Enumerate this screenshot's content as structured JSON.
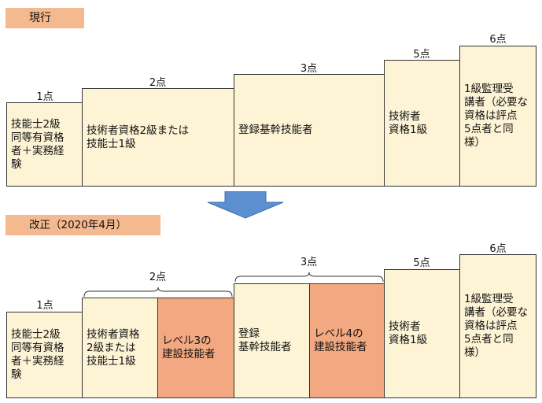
{
  "current": {
    "label": "現行",
    "points": [
      "1点",
      "2点",
      "3点",
      "5点",
      "6点"
    ],
    "boxes": [
      "技能士2級\n同等有資格\n者＋実務経\n験",
      "技術者資格2級または\n技能士1級",
      "登録基幹技能者",
      "技術者\n資格1級",
      "1級監理受\n講者（必要な\n資格は評点\n5点者と同\n様）"
    ]
  },
  "revised": {
    "label": "改正（2020年4月）",
    "points": [
      "1点",
      "2点",
      "3点",
      "5点",
      "6点"
    ],
    "boxes": [
      "技能士2級\n同等有資格\n者＋実務経\n験",
      "技術者資格\n2級または\n技能士1級",
      "レベル3の\n建設技能者",
      "登録\n基幹技能者",
      "レベル4の\n建設技能者",
      "技術者\n資格1級",
      "1級監理受\n講者（必要な\n資格は評点\n5点者と同\n様）"
    ]
  },
  "colors": {
    "tag_bg": "#f5b98f",
    "box_bg": "#fdf4d6",
    "highlight_bg": "#f2a880",
    "arrow": "#5b8fd0"
  }
}
